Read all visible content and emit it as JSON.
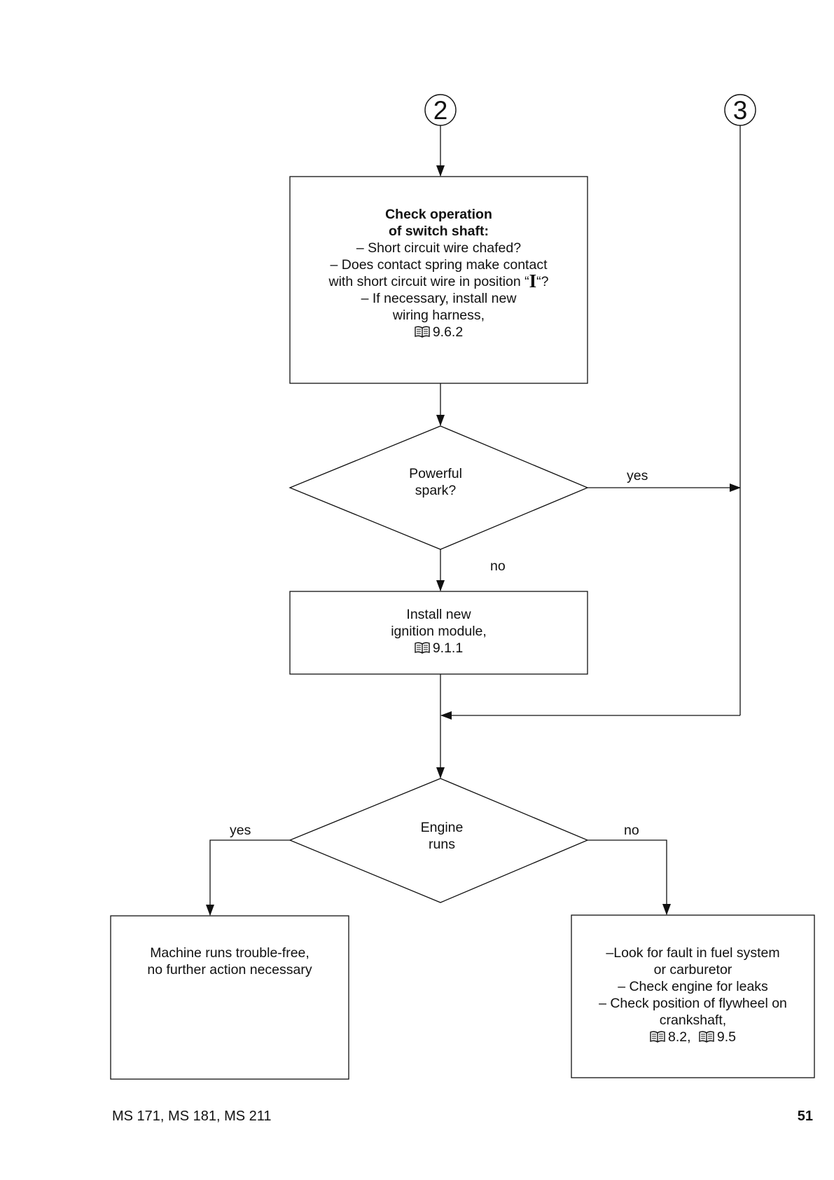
{
  "connectors": {
    "two": "2",
    "three": "3"
  },
  "check_box": {
    "title_line1": "Check operation",
    "title_line2": "of switch shaft:",
    "line1": "– Short circuit wire chafed?",
    "line2": "– Does contact spring make contact",
    "line3_before": "with short circuit wire in position “",
    "line3_symbol": "I",
    "line3_after": "“?",
    "line4": "– If necessary, install new",
    "line5": "wiring harness,",
    "ref": "9.6.2"
  },
  "spark_decision": {
    "line1": "Powerful",
    "line2": "spark?",
    "yes_label": "yes",
    "no_label": "no"
  },
  "ignition_box": {
    "line1": "Install new",
    "line2": "ignition module,",
    "ref": "9.1.1"
  },
  "engine_decision": {
    "line1": "Engine",
    "line2": "runs",
    "yes_label": "yes",
    "no_label": "no"
  },
  "success_box": {
    "line1": "Machine runs trouble-free,",
    "line2": "no further action necessary"
  },
  "fault_box": {
    "line1": "–Look for fault in fuel system",
    "line2": "or carburetor",
    "line3": "– Check engine for leaks",
    "line4": "– Check position of flywheel on",
    "line5": "crankshaft,",
    "ref1": "8.2,",
    "ref2": "9.5"
  },
  "footer": {
    "models": "MS 171, MS 181, MS 211",
    "page_number": "51"
  },
  "icons": {
    "manual_reference": "open-book-icon"
  }
}
